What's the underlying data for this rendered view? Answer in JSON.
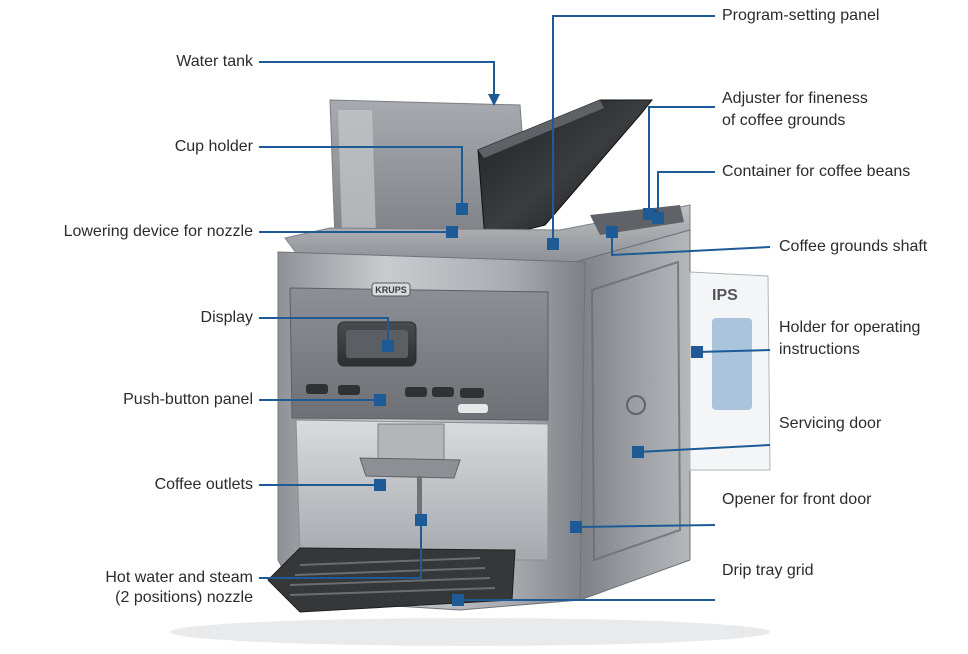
{
  "labels": {
    "water_tank": "Water tank",
    "cup_holder": "Cup holder",
    "lowering_device": "Lowering device for nozzle",
    "display": "Display",
    "push_button_panel": "Push-button panel",
    "coffee_outlets": "Coffee outlets",
    "hot_water_line1": "Hot water and steam",
    "hot_water_line2": "(2 positions) nozzle",
    "program_setting_panel": "Program-setting panel",
    "adjuster_line1": "Adjuster for fineness",
    "adjuster_line2": "of coffee grounds",
    "container_beans": "Container for coffee beans",
    "coffee_grounds_shaft": "Coffee grounds shaft",
    "holder_line1": "Holder for operating",
    "holder_line2": "instructions",
    "servicing_door": "Servicing door",
    "opener_front_door": "Opener for front door",
    "drip_tray_grid": "Drip tray grid"
  },
  "machine": {
    "brand_badge": "KRUPS",
    "manual_text": "IPS"
  },
  "colors": {
    "leader": "#1d5a96",
    "text": "#2b2b2b",
    "body_silver": "#b9bcbf",
    "body_dark": "#6f7377"
  }
}
